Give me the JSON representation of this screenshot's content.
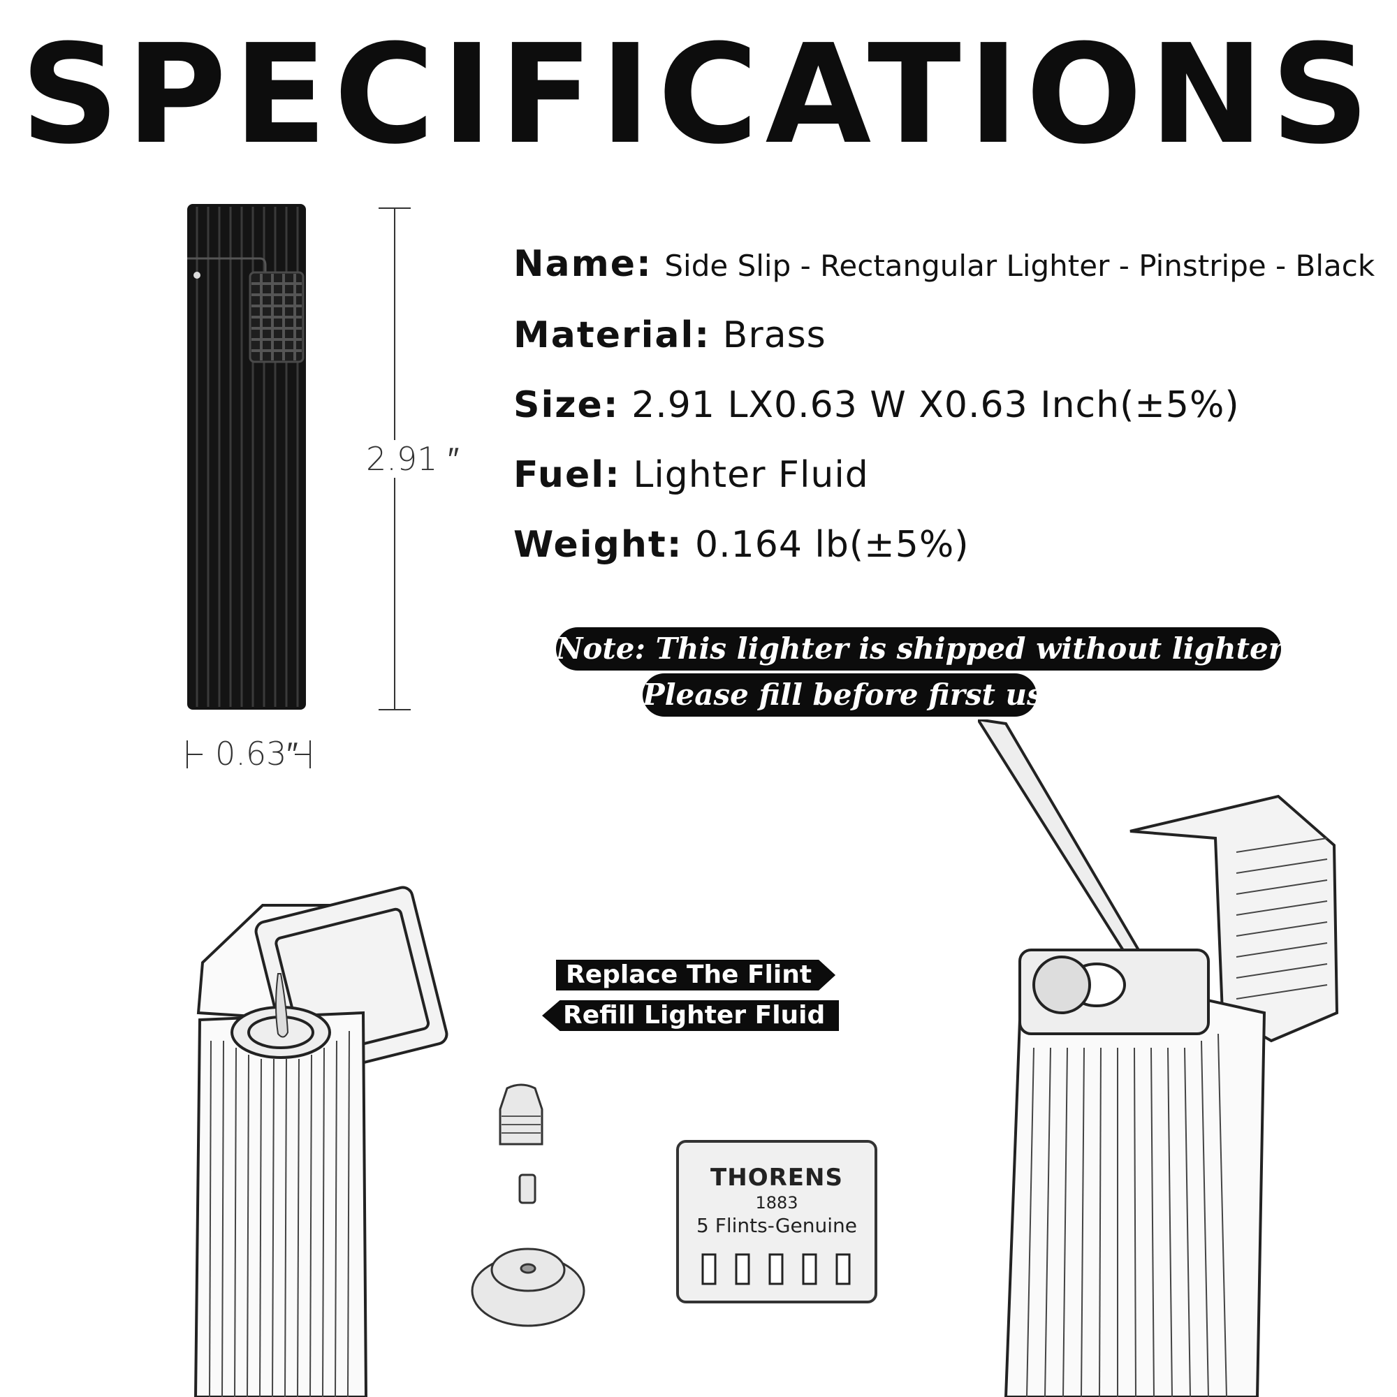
{
  "title": "SPECIFICATIONS",
  "dimensions": {
    "height_label": "2.91 ″",
    "width_label": "0.63″"
  },
  "specs": [
    {
      "key": "Name:",
      "value": "Side Slip - Rectangular Lighter - Pinstripe - Black"
    },
    {
      "key": "Material:",
      "value": "Brass"
    },
    {
      "key": "Size:",
      "value": "2.91 LX0.63 W X0.63 Inch(±5%)"
    },
    {
      "key": "Fuel:",
      "value": "Lighter Fluid"
    },
    {
      "key": "Weight:",
      "value": "0.164 lb(±5%)"
    }
  ],
  "note": {
    "line1": "Note: This lighter is shipped without lighter fluid.",
    "line2": "Please fill before first use."
  },
  "tags": {
    "replace_flint": "Replace The Flint",
    "refill_fluid": "Refill Lighter Fluid"
  },
  "flint_pack": {
    "brand": "THORENS",
    "year": "1883",
    "label": "5 Flints-Genuine"
  },
  "colors": {
    "ink": "#0d0d0d",
    "paper": "#ffffff"
  }
}
